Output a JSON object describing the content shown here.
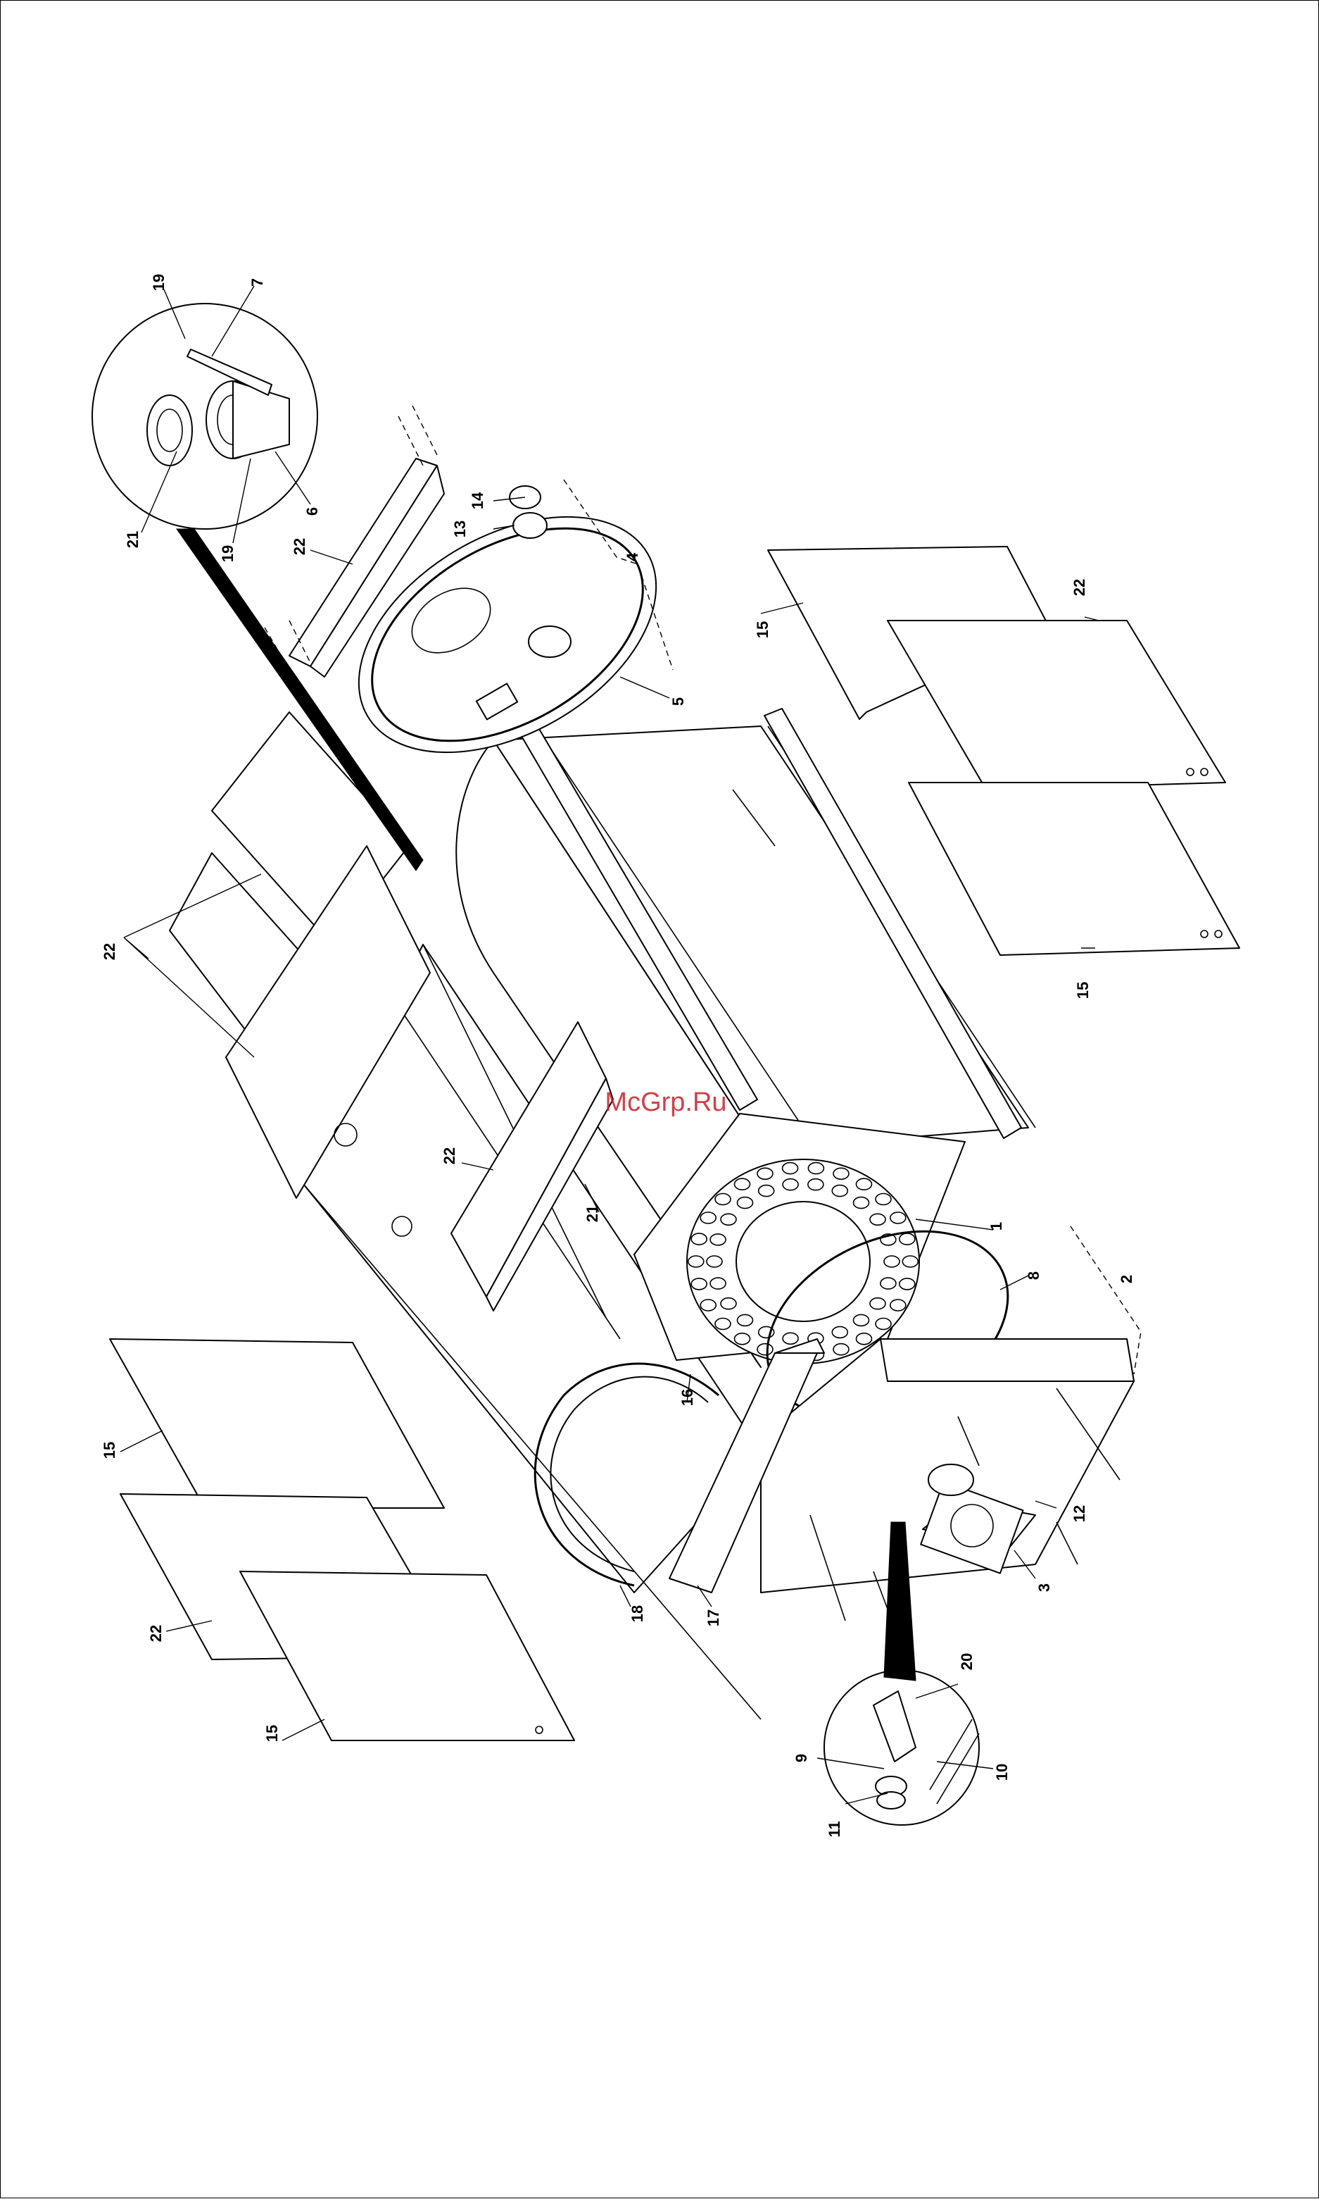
{
  "watermark": "McGrp.Ru",
  "callouts": [
    "19",
    "7",
    "21",
    "19",
    "6",
    "22",
    "14",
    "13",
    "4",
    "5",
    "22",
    "15",
    "22",
    "15",
    "22",
    "21",
    "1",
    "8",
    "2",
    "12",
    "3",
    "15",
    "22",
    "15",
    "16",
    "18",
    "17",
    "20",
    "9",
    "10",
    "11"
  ]
}
